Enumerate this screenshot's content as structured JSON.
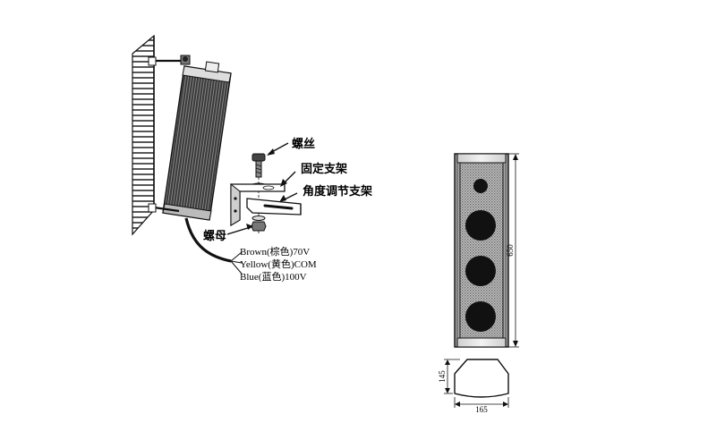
{
  "labels": {
    "screw": "螺丝",
    "bracket_fixed": "固定支架",
    "bracket_adjust": "角度调节支架",
    "nut": "螺母"
  },
  "wires": [
    "Brown(棕色)70V",
    "Yellow(黄色)COM",
    "Blue(蓝色)100V"
  ],
  "dimensions": {
    "height": "650",
    "depth": "145",
    "width": "165"
  }
}
